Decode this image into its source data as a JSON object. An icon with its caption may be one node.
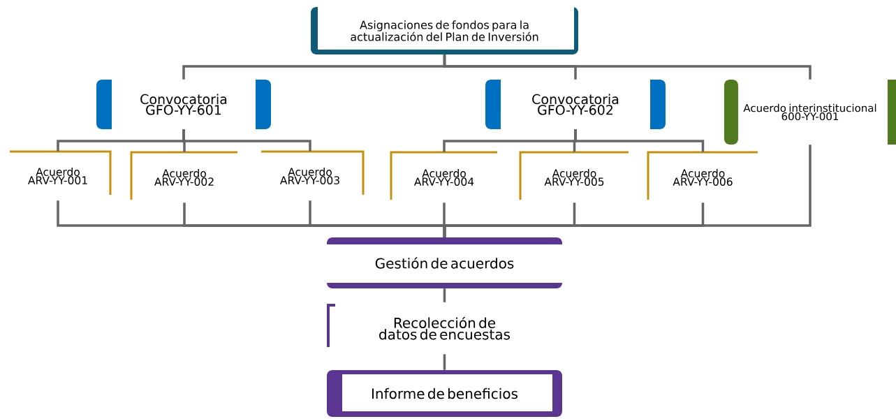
{
  "diagram": {
    "nodes": [
      {
        "text": [
          "Asignaciones de fondos para la actualización del Plan de Inversión"
        ]
      },
      {
        "text": [
          "Convocatoria GFO-YY-601"
        ]
      },
      {
        "text": [
          "Convocatoria GFO-YY-602"
        ]
      },
      {
        "text": [
          "Acuerdo interinstitucional 600-YY-001"
        ]
      },
      {
        "text": [
          "Acuerdo ARV-YY-001"
        ]
      },
      {
        "text": [
          "Acuerdo ARV-YY-002"
        ]
      },
      {
        "text": [
          "Acuerdo ARV-YY-003"
        ]
      },
      {
        "text": [
          "Acuerdo ARV-YY-004"
        ]
      },
      {
        "text": [
          "Acuerdo ARV-YY-005"
        ]
      },
      {
        "text": [
          "Acuerdo ARV-YY-006"
        ]
      },
      {
        "text": [
          "Gestión de acuerdos"
        ]
      },
      {
        "text": [
          "Recolección de datos de encuestas"
        ]
      },
      {
        "text": [
          "Informe de beneficios"
        ]
      }
    ],
    "edges": [
      {
        "from": 0,
        "to": 1,
        "arrow": "none"
      },
      {
        "from": 0,
        "to": 2,
        "arrow": "none"
      },
      {
        "from": 0,
        "to": 3,
        "arrow": "none"
      },
      {
        "from": 1,
        "to": 4,
        "arrow": "none"
      },
      {
        "from": 1,
        "to": 5,
        "arrow": "none"
      },
      {
        "from": 1,
        "to": 6,
        "arrow": "none"
      },
      {
        "from": 2,
        "to": 7,
        "arrow": "none"
      },
      {
        "from": 2,
        "to": 8,
        "arrow": "none"
      },
      {
        "from": 2,
        "to": 9,
        "arrow": "none"
      },
      {
        "from": 4,
        "to": 10,
        "arrow": "none"
      },
      {
        "from": 5,
        "to": 10,
        "arrow": "none"
      },
      {
        "from": 6,
        "to": 10,
        "arrow": "none"
      },
      {
        "from": 7,
        "to": 10,
        "arrow": "none"
      },
      {
        "from": 8,
        "to": 10,
        "arrow": "none"
      },
      {
        "from": 9,
        "to": 10,
        "arrow": "none"
      },
      {
        "from": 3,
        "to": 10,
        "arrow": "none"
      },
      {
        "from": 10,
        "to": 11,
        "arrow": "none"
      },
      {
        "from": 11,
        "to": 12,
        "arrow": "none"
      }
    ]
  }
}
